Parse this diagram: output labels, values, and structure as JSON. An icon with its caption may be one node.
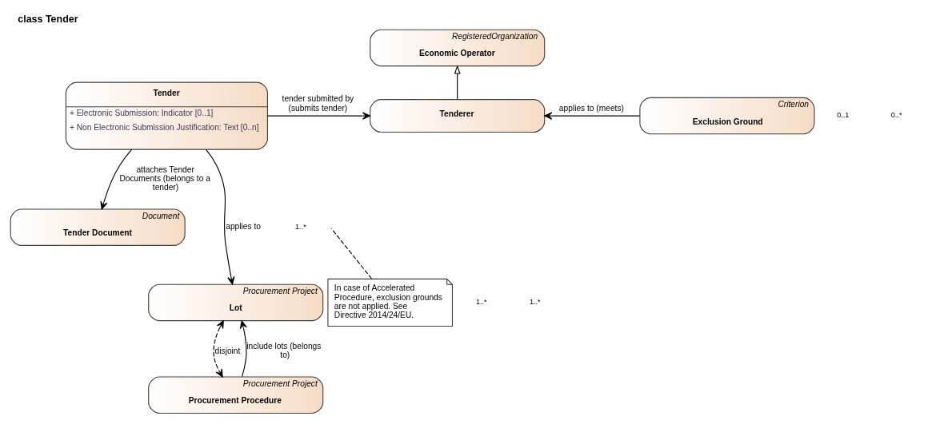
{
  "diagram": {
    "title": "class Tender",
    "nodes": [
      {
        "text": [
          "RegisteredOrganization",
          "Economic Operator"
        ]
      },
      {
        "text": [
          "Tender",
          "+ Electronic Submission: Indicator [0..1]",
          "+ Non Electronic Submission Justification: Text [0..n]"
        ]
      },
      {
        "text": [
          "Tenderer"
        ]
      },
      {
        "text": [
          "Criterion",
          "Exclusion Ground"
        ]
      },
      {
        "text": [
          "In case of Accelerated Procedure, exclusion grounds are not applied. See Directive 2014/24/EU."
        ]
      },
      {
        "text": [
          "Document",
          "Tender Document"
        ]
      },
      {
        "text": [
          "Procurement Project",
          "Lot"
        ]
      },
      {
        "text": [
          "Procurement Project",
          "Procurement Procedure"
        ]
      }
    ],
    "edges": [
      {
        "from": 2,
        "to": 0,
        "arrow": "to"
      },
      {
        "from": 1,
        "to": 2,
        "arrow": "to",
        "label": "tender submitted by (submits tender)"
      },
      {
        "from": 3,
        "to": 2,
        "arrow": "to",
        "label": "applies to (meets)"
      },
      {
        "from": 4,
        "to": null,
        "arrow": "none",
        "style": "dashed"
      },
      {
        "from": 1,
        "to": 5,
        "arrow": "to",
        "label": "attaches Tender Documents (belongs to a tender)"
      },
      {
        "from": 1,
        "to": 6,
        "arrow": "to",
        "label": "applies to"
      },
      {
        "from": 6,
        "to": 7,
        "arrow": "both",
        "style": "dashed",
        "label": "disjoint"
      },
      {
        "from": 7,
        "to": 6,
        "arrow": "to",
        "label": "include lots (belongs to)"
      }
    ],
    "labels": [
      "0..1",
      "0..*",
      "1..*",
      "1..*",
      "1..*"
    ]
  }
}
